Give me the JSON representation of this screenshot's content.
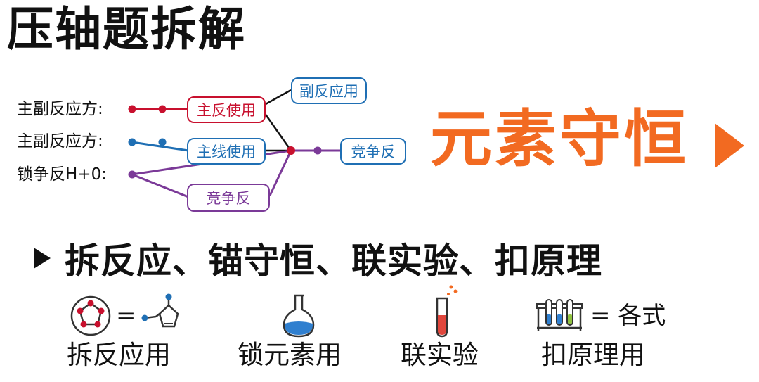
{
  "title": "压轴题拆解",
  "flow": {
    "row1_label": "主副反应方:",
    "row2_label": "主副反应方:",
    "row3_label": "锁争反H+0:",
    "box_main_use": "主反使用",
    "box_side_use": "副反应用",
    "box_line_use": "主线使用",
    "box_compete_mid": "竞争反",
    "box_compete_low": "竞争反",
    "colors": {
      "red": "#c8102e",
      "blue": "#1f6fb4",
      "purple": "#7b3a98"
    }
  },
  "highlight": {
    "text": "元素守恒",
    "color": "#f26a21"
  },
  "steps_line": "拆反应、锚守恒、联实验、扣原理",
  "icons": [
    {
      "icon": "molecule-ring-icon",
      "equals": "=",
      "target_icon": "cyclopentadiene-icon",
      "caption": "拆反应用"
    },
    {
      "icon": "flask-icon",
      "caption": "锁元素用"
    },
    {
      "icon": "test-tube-icon",
      "caption": "联实验"
    },
    {
      "icon": "test-tube-rack-icon",
      "equals": "= 各式",
      "caption": "扣原理用"
    }
  ]
}
